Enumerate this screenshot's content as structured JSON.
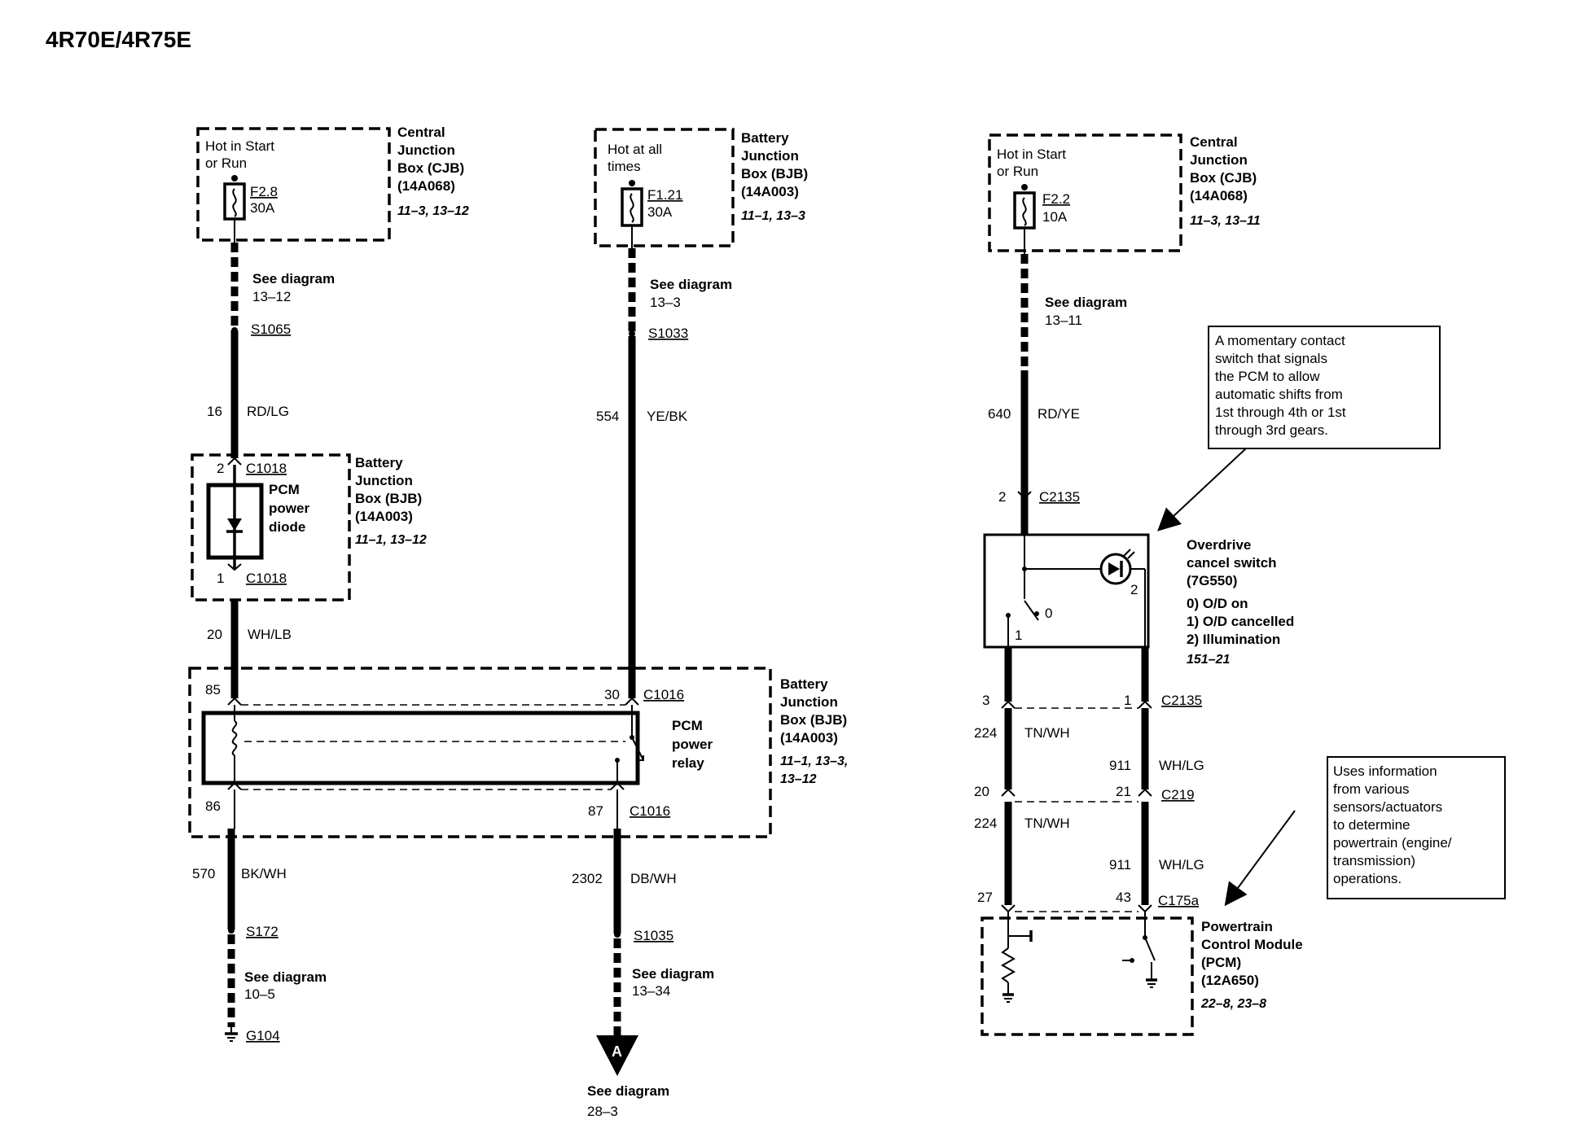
{
  "title": "4R70E/4R75E",
  "circuit1": {
    "cjb_label": [
      "Central",
      "Junction",
      "Box (CJB)",
      "(14A068)"
    ],
    "cjb_ref": "11–3, 13–12",
    "hot": [
      "Hot in Start",
      "or Run"
    ],
    "fuse": "F2.8",
    "amps": "30A",
    "see_diagram": "See diagram",
    "see_ref": "13–12",
    "splice": "S1065",
    "wire_num": "16",
    "wire_color": "RD/LG",
    "pin_top": "2",
    "conn_top": "C1018",
    "diode_label": [
      "PCM",
      "power",
      "diode"
    ],
    "bjb_label": [
      "Battery",
      "Junction",
      "Box (BJB)",
      "(14A003)"
    ],
    "bjb_ref": "11–1, 13–12",
    "pin_bot": "1",
    "conn_bot": "C1018",
    "wire2_num": "20",
    "wire2_color": "WH/LB"
  },
  "circuit2": {
    "bjb_label": [
      "Battery",
      "Junction",
      "Box (BJB)",
      "(14A003)"
    ],
    "bjb_ref": "11–1, 13–3",
    "hot": [
      "Hot at all",
      "times"
    ],
    "fuse": "F1.21",
    "amps": "30A",
    "see_diagram": "See diagram",
    "see_ref": "13–3",
    "splice": "S1033",
    "wire_num": "554",
    "wire_color": "YE/BK"
  },
  "relay": {
    "pin85": "85",
    "pin86": "86",
    "pin30": "30",
    "pin87": "87",
    "conn_top": "C1016",
    "conn_bot": "C1016",
    "label": [
      "PCM",
      "power",
      "relay"
    ],
    "bjb_label": [
      "Battery",
      "Junction",
      "Box (BJB)",
      "(14A003)"
    ],
    "bjb_ref": [
      "11–1, 13–3,",
      "13–12"
    ]
  },
  "ground_branch": {
    "wire_num": "570",
    "wire_color": "BK/WH",
    "splice": "S172",
    "see_diagram": "See diagram",
    "see_ref": "10–5",
    "ground": "G104"
  },
  "out_branch": {
    "wire_num": "2302",
    "wire_color": "DB/WH",
    "splice": "S1035",
    "see_diagram": "See diagram",
    "see_ref": "13–34",
    "arrow_letter": "A",
    "see_diagram2": "See diagram",
    "see_ref2": "28–3"
  },
  "circuit3": {
    "cjb_label": [
      "Central",
      "Junction",
      "Box (CJB)",
      "(14A068)"
    ],
    "cjb_ref": "11–3, 13–11",
    "hot": [
      "Hot in Start",
      "or Run"
    ],
    "fuse": "F2.2",
    "amps": "10A",
    "see_diagram": "See diagram",
    "see_ref": "13–11",
    "wire_num": "640",
    "wire_color": "RD/YE",
    "pin": "2",
    "conn": "C2135"
  },
  "note1": [
    "A momentary contact",
    "switch that signals",
    "the PCM to allow",
    "automatic shifts from",
    "1st through 4th or 1st",
    "through 3rd gears."
  ],
  "od_switch": {
    "label": [
      "Overdrive",
      "cancel switch",
      "(7G550)",
      "0) O/D on",
      "1) O/D cancelled",
      "2) Illumination"
    ],
    "ref": "151–21",
    "pos0": "0",
    "pos1": "1",
    "pos2": "2"
  },
  "lower": {
    "pin3": "3",
    "pin1": "1",
    "conn_c2135": "C2135",
    "wire_224a": "224",
    "color_tnwh_a": "TN/WH",
    "wire_911a": "911",
    "color_whlg_a": "WH/LG",
    "pin20": "20",
    "pin21": "21",
    "conn_c219": "C219",
    "wire_224b": "224",
    "color_tnwh_b": "TN/WH",
    "wire_911b": "911",
    "color_whlg_b": "WH/LG",
    "pin27": "27",
    "pin43": "43",
    "conn_c175a": "C175a"
  },
  "note2": [
    "Uses information",
    "from various",
    "sensors/actuators",
    "to determine",
    "powertrain (engine/",
    "transmission)",
    "operations."
  ],
  "pcm": {
    "label": [
      "Powertrain",
      "Control Module",
      "(PCM)",
      "(12A650)"
    ],
    "ref": "22–8, 23–8"
  }
}
